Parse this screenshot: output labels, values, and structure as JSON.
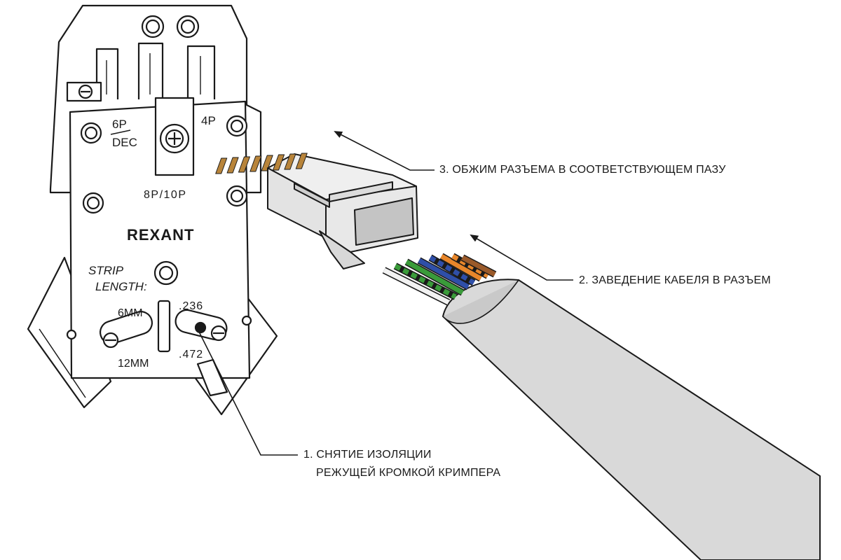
{
  "brand": "REXANT",
  "tool": {
    "slot_6p": "6P",
    "slot_dec": "DEC",
    "slot_4p": "4P",
    "slot_8p10p": "8P/10P",
    "strip": "STRIP",
    "length": "LENGTH:",
    "mm6": "6MM",
    "mm12": "12MM",
    "in236": ".236",
    "in472": ".472"
  },
  "callouts": {
    "step1_line1": "1. СНЯТИЕ ИЗОЛЯЦИИ",
    "step1_line2": "РЕЖУЩЕЙ КРОМКОЙ КРИМПЕРА",
    "step2": "2. ЗАВЕДЕНИЕ КАБЕЛЯ В РАЗЪЕМ",
    "step3": "3. ОБЖИМ РАЗЪЕМА В СООТВЕТСТВУЮЩЕМ ПАЗУ"
  },
  "colors": {
    "outline": "#1a1a1a",
    "cable": "#d9d9d9",
    "connector": "#e8e8e8",
    "wire_green": "#3a9b3a",
    "wire_blue": "#2f4fa8",
    "wire_orange": "#e8862a",
    "wire_brown": "#9a5a2a",
    "contacts": "#b8843a"
  }
}
